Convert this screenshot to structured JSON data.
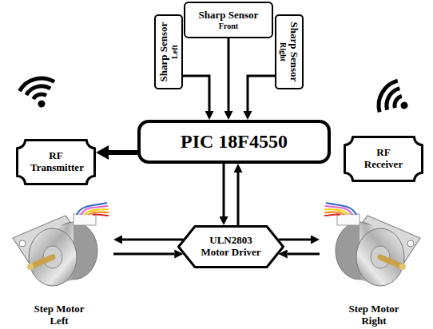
{
  "diagram": {
    "nodes": [
      {
        "text": [
          "Sharp Sensor",
          "Left"
        ]
      },
      {
        "text": [
          "Sharp Sensor",
          "Front"
        ]
      },
      {
        "text": [
          "Sharp Sensor",
          "Right"
        ]
      },
      {
        "text": [
          "RF Transmitter"
        ]
      },
      {
        "text": [
          "PIC 18F4550"
        ]
      },
      {
        "text": [
          "RF Receiver"
        ]
      },
      {
        "text": [
          "Step Motor Left"
        ]
      },
      {
        "text": [
          "ULN2803 Motor Driver"
        ]
      },
      {
        "text": [
          "Step Motor Right"
        ]
      }
    ],
    "edges": [
      {
        "from": 0,
        "to": 4,
        "arrow": "to"
      },
      {
        "from": 1,
        "to": 4,
        "arrow": "to"
      },
      {
        "from": 2,
        "to": 4,
        "arrow": "to"
      },
      {
        "from": 4,
        "to": 3,
        "arrow": "to"
      },
      {
        "from": 5,
        "to": 4,
        "arrow": "to"
      },
      {
        "from": 4,
        "to": 7,
        "arrow": "to"
      },
      {
        "from": 7,
        "to": 4,
        "arrow": "to"
      },
      {
        "from": 7,
        "to": 6,
        "arrow": "to"
      },
      {
        "from": 6,
        "to": 7,
        "arrow": "to"
      },
      {
        "from": 7,
        "to": 8,
        "arrow": "to"
      },
      {
        "from": 8,
        "to": 7,
        "arrow": "to"
      }
    ]
  }
}
